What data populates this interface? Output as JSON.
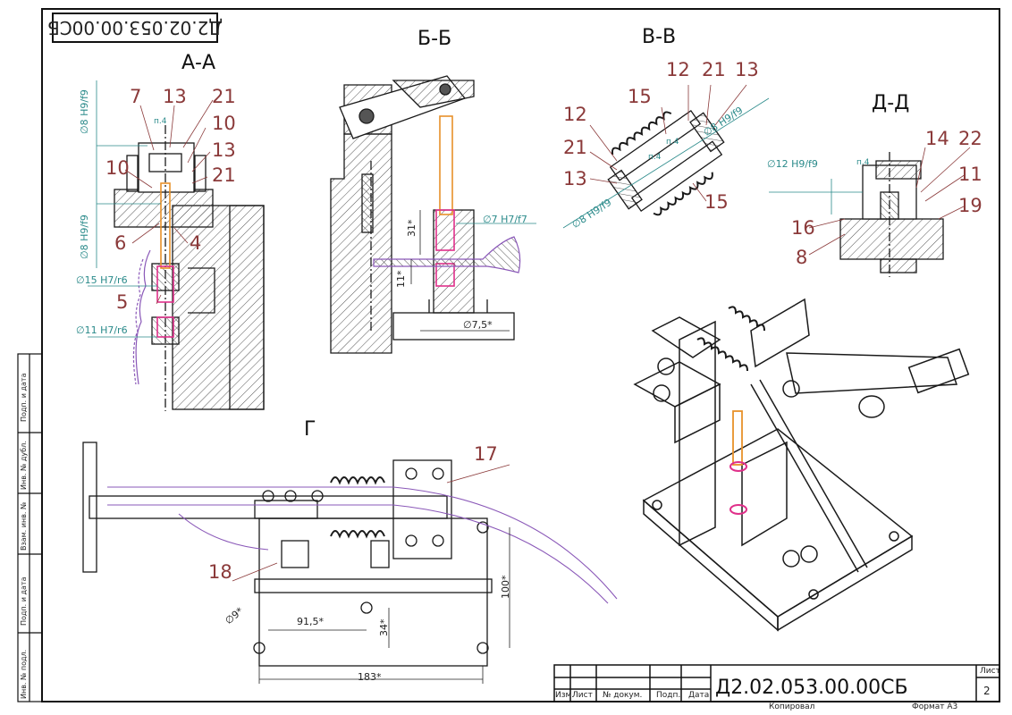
{
  "title_block": {
    "designation": "Д2.02.053.00.00СБ",
    "designation_inverted": "Д2.02.053.00.00СБ",
    "columns": [
      "Изм.",
      "Лист",
      "№ докум.",
      "Подп.",
      "Дата"
    ],
    "sheet_label": "Лист",
    "sheet_number": "2",
    "copied": "Копировал",
    "format": "Формат A3"
  },
  "side_stamp": [
    "Подп. и дата",
    "Инв. № дубл.",
    "Взам. инв. №",
    "Подп. и дата",
    "Инв. № подл."
  ],
  "sections": {
    "aa": "А-А",
    "bb": "Б-Б",
    "vv": "В-В",
    "dd": "Д-Д",
    "g": "Г"
  },
  "view_aa": {
    "labels": [
      "7",
      "13",
      "21",
      "10",
      "13",
      "10",
      "21",
      "6",
      "4",
      "5"
    ],
    "fits": [
      "∅8 H9/f9",
      "∅8 H9/f9",
      "∅15 H7/r6",
      "∅11 H7/r6"
    ],
    "note": "п.4"
  },
  "view_bb": {
    "fits": [
      "∅7 H7/f7"
    ],
    "dims": [
      "31*",
      "11*",
      "∅7,5*"
    ]
  },
  "view_vv": {
    "labels": [
      "12",
      "21",
      "13",
      "15",
      "12",
      "21",
      "13",
      "15"
    ],
    "fits": [
      "∅8 H9/f9",
      "∅8 H9/f9"
    ],
    "notes": [
      "п.4",
      "п.4"
    ]
  },
  "view_dd": {
    "labels": [
      "14",
      "22",
      "11",
      "19",
      "16",
      "8"
    ],
    "fits": [
      "∅12 H9/f9"
    ],
    "note": "п.4"
  },
  "view_g": {
    "labels": [
      "17",
      "18"
    ],
    "dims": [
      "91,5*",
      "∅9*",
      "34*",
      "100*",
      "183*"
    ]
  },
  "colors": {
    "line": "#1a1a1a",
    "hatch": "#555555",
    "leader": "#8b3a3a",
    "fit": "#2a8a8a",
    "orange": "#e8912a",
    "magenta": "#e0308a",
    "violet": "#8a58b8"
  }
}
